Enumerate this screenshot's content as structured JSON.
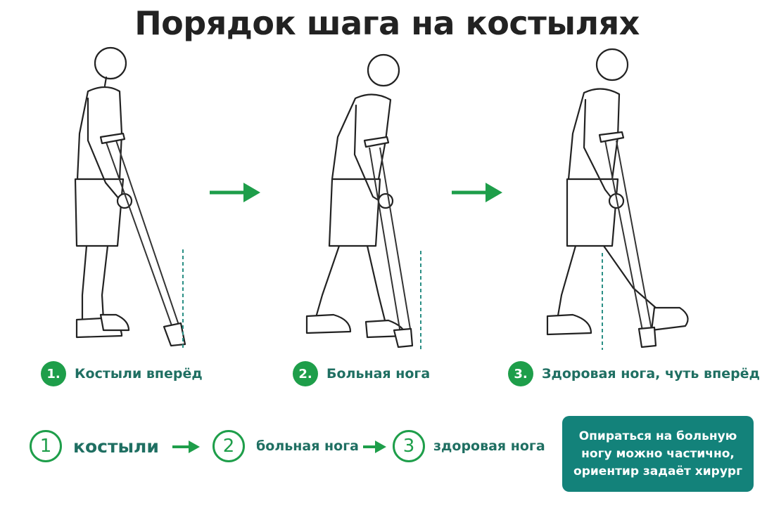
{
  "title": "Порядок шага на костылях",
  "steps": [
    {
      "num": "1.",
      "caption": "Костыли вперёд"
    },
    {
      "num": "2.",
      "caption": "Больная нога"
    },
    {
      "num": "3.",
      "caption": "Здоровая нога, чуть вперёд"
    }
  ],
  "sequence": [
    {
      "num": "1",
      "label": "костыли"
    },
    {
      "num": "2",
      "label": "больная нога"
    },
    {
      "num": "3",
      "label": "здоровая нога"
    }
  ],
  "note": "Опираться на больную ногу можно частично, ориентир задаёт хирург",
  "colors": {
    "accent_green": "#1e9e4a",
    "teal": "#13827a",
    "caption_text": "#1f6f62"
  },
  "icons": [
    "person-on-crutches-illustration",
    "arrow-right-icon"
  ]
}
